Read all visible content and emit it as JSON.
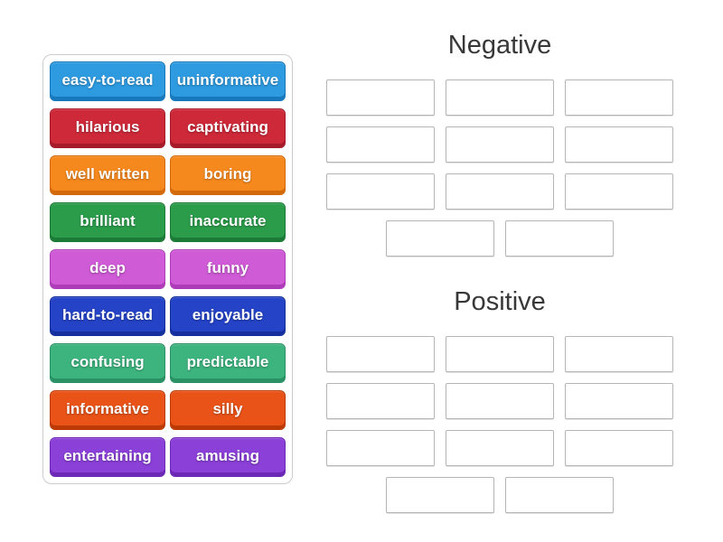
{
  "board": {
    "tiles": [
      {
        "label": "easy-to-read",
        "color": "#2E9BE0",
        "edge": "#1778BC"
      },
      {
        "label": "uninformative",
        "color": "#2E9BE0",
        "edge": "#1778BC"
      },
      {
        "label": "hilarious",
        "color": "#CE2939",
        "edge": "#A41C2A"
      },
      {
        "label": "captivating",
        "color": "#CE2939",
        "edge": "#A41C2A"
      },
      {
        "label": "well written",
        "color": "#F6891E",
        "edge": "#D2690A"
      },
      {
        "label": "boring",
        "color": "#F6891E",
        "edge": "#D2690A"
      },
      {
        "label": "brilliant",
        "color": "#2B9C4A",
        "edge": "#1B7A35"
      },
      {
        "label": "inaccurate",
        "color": "#2B9C4A",
        "edge": "#1B7A35"
      },
      {
        "label": "deep",
        "color": "#CF5BD6",
        "edge": "#AE3CB8"
      },
      {
        "label": "funny",
        "color": "#CF5BD6",
        "edge": "#AE3CB8"
      },
      {
        "label": "hard-to-read",
        "color": "#2443C6",
        "edge": "#15309C"
      },
      {
        "label": "enjoyable",
        "color": "#2443C6",
        "edge": "#15309C"
      },
      {
        "label": "confusing",
        "color": "#3DB47E",
        "edge": "#2A9164"
      },
      {
        "label": "predictable",
        "color": "#3DB47E",
        "edge": "#2A9164"
      },
      {
        "label": "informative",
        "color": "#E95318",
        "edge": "#BC3A06"
      },
      {
        "label": "silly",
        "color": "#E95318",
        "edge": "#BC3A06"
      },
      {
        "label": "entertaining",
        "color": "#8B40D8",
        "edge": "#6C29B5"
      },
      {
        "label": "amusing",
        "color": "#8B40D8",
        "edge": "#6C29B5"
      }
    ]
  },
  "groups": [
    {
      "title": "Negative",
      "rows_of_three": 3,
      "last_row_slots": 2
    },
    {
      "title": "Positive",
      "rows_of_three": 3,
      "last_row_slots": 2
    }
  ],
  "colors": {
    "page_bg": "#FFFFFF",
    "board_border": "#CCCCCC",
    "slot_border": "#B5B5B5",
    "heading": "#383838",
    "tile_text": "#FFFFFF"
  }
}
